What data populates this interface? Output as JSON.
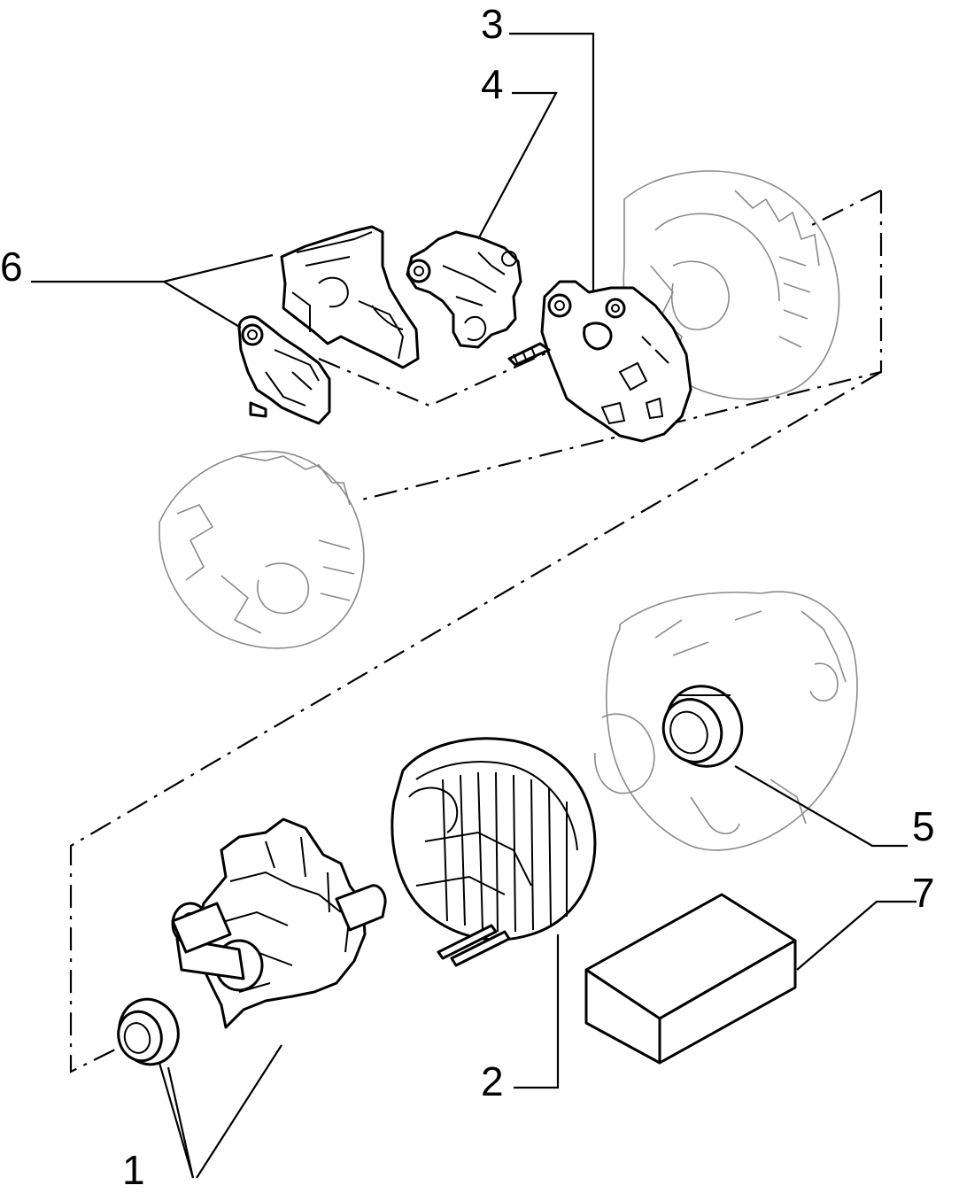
{
  "callouts": [
    {
      "id": "1",
      "label": "1"
    },
    {
      "id": "2",
      "label": "2"
    },
    {
      "id": "3",
      "label": "3"
    },
    {
      "id": "4",
      "label": "4"
    },
    {
      "id": "5",
      "label": "5"
    },
    {
      "id": "6",
      "label": "6"
    },
    {
      "id": "7",
      "label": "7"
    }
  ],
  "colors": {
    "line": "#000000",
    "ghost": "#8a8a8a",
    "background": "#ffffff"
  }
}
